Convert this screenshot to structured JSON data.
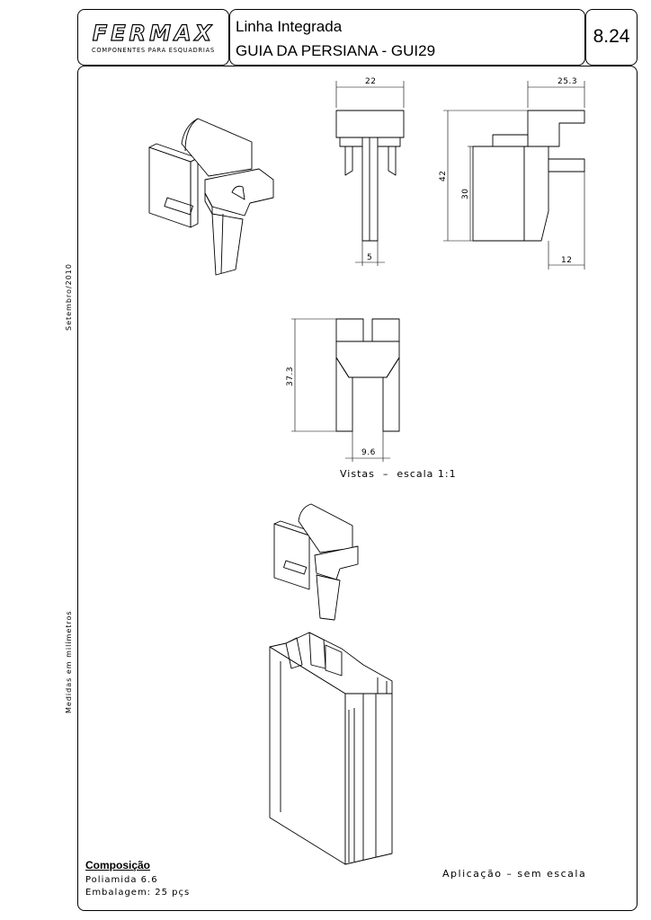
{
  "header": {
    "logo_text": "FERMAX",
    "logo_subtitle": "COMPONENTES PARA ESQUADRIAS",
    "line": "Linha Integrada",
    "product": "GUIA DA PERSIANA - GUI29",
    "code": "8.24"
  },
  "side_labels": {
    "date": "Setembro/2010",
    "units": "Medidas em milímetros"
  },
  "dimensions": {
    "width_top": "22",
    "width_side": "25.3",
    "height_total": "42",
    "height_body": "30",
    "stem_width": "5",
    "foot_width": "12",
    "height_back": "37.3",
    "slot_width": "9.6"
  },
  "views_caption": "Vistas  –  escala 1:1",
  "application_caption": "Aplicação – sem escala",
  "composition": {
    "title": "Composição",
    "material": "Poliamida 6.6",
    "packaging": "Embalagem: 25 pçs"
  }
}
